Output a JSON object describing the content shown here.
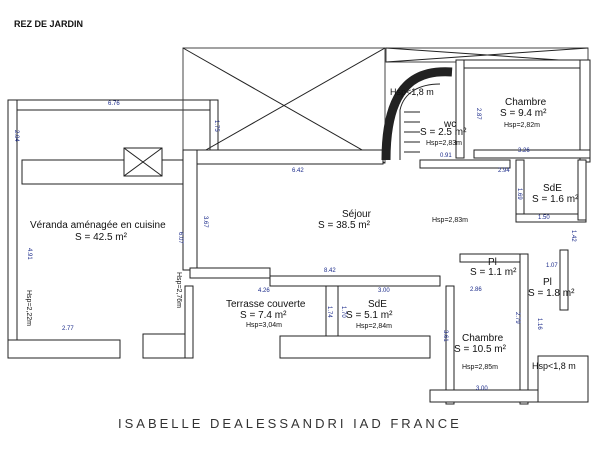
{
  "plan_title": "REZ DE JARDIN",
  "footer": "ISABELLE DEALESSANDRI IAD FRANCE",
  "rooms": {
    "veranda": {
      "name": "Véranda aménagée en cuisine",
      "area": "S = 42.5 m²",
      "hsp": "Hsp=2,22m"
    },
    "sejour": {
      "name": "Séjour",
      "area": "S = 38.5 m²",
      "hsp": "Hsp=2,83m"
    },
    "chambre1": {
      "name": "Chambre",
      "area": "S = 9.4 m²",
      "hsp": "Hsp=2,82m"
    },
    "wc": {
      "name": "wc",
      "area": "S = 2.5 m²",
      "hsp": "Hsp=2,83m"
    },
    "hsp_stair": {
      "hsp": "Hsp<1,8 m"
    },
    "sde1": {
      "name": "SdE",
      "area": "S = 1.6 m²"
    },
    "terrasse": {
      "name": "Terrasse couverte",
      "area": "S = 7.4 m²",
      "hsp": "Hsp=3,04m"
    },
    "sde2": {
      "name": "SdE",
      "area": "S = 5.1 m²",
      "hsp": "Hsp=2,84m"
    },
    "pl1": {
      "name": "Pl",
      "area": "S = 1.1 m²"
    },
    "pl2": {
      "name": "Pl",
      "area": "S = 1.8 m²"
    },
    "chambre2": {
      "name": "Chambre",
      "area": "S = 10.5 m²",
      "hsp": "Hsp=2,85m"
    },
    "hsp_corner": {
      "hsp": "Hsp<1,8 m"
    },
    "hsp_vert": {
      "hsp": "Hsp=2,76m"
    }
  },
  "dimensions": {
    "d676": "6.76",
    "d204": "2.04",
    "d175": "1.75",
    "d642": "6.42",
    "d367": "3.67",
    "d607": "6.07",
    "d491": "4.91",
    "d277": "2.77",
    "d842": "8.42",
    "d426": "4.26",
    "d300": "3.00",
    "d174": "1.74",
    "d170": "1.70",
    "d361": "3.61",
    "d286": "2.86",
    "d279": "2.79",
    "d287": "2.87",
    "d326": "3.26",
    "d294": "2.94",
    "d091": "0.91",
    "d169": "1.69",
    "d150": "1.50",
    "d142": "1.42",
    "d107": "1.07",
    "d116": "1.16",
    "d300b": "3.00"
  }
}
